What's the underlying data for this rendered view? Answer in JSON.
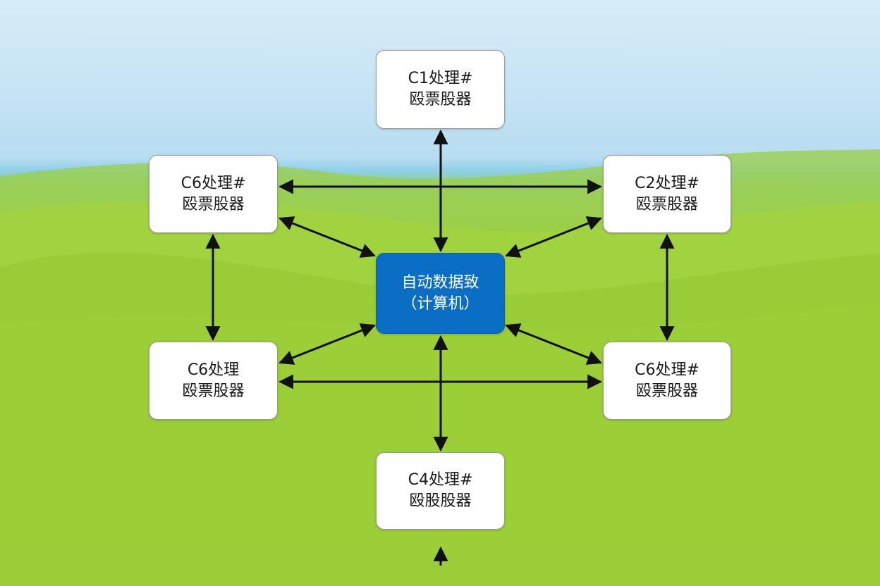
{
  "nodes": {
    "c1": {
      "line1": "C1处理#",
      "line2": "殴票股器"
    },
    "c6a": {
      "line1": "C6处理#",
      "line2": "殴票股器"
    },
    "c2": {
      "line1": "C2处理#",
      "line2": "殴票股器"
    },
    "hub": {
      "line1": "自动数据致",
      "line2": "（计算机）"
    },
    "c6b": {
      "line1": "C6处理",
      "line2": "殴票股器"
    },
    "c6c": {
      "line1": "C6处理#",
      "line2": "殴票股器"
    },
    "c4": {
      "line1": "C4处理#",
      "line2": "殴股股器"
    }
  },
  "colors": {
    "hub_fill": "#0a6fc4",
    "node_fill": "#ffffff",
    "connector": "#111111"
  }
}
